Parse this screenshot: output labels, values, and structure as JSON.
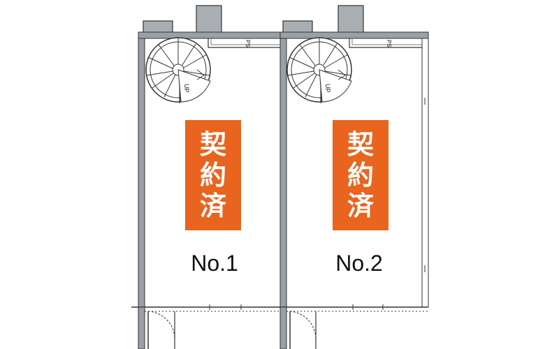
{
  "units": [
    {
      "id": "no1",
      "number": "No.1",
      "status_chars": [
        "契",
        "約",
        "済"
      ],
      "stair_label": "UP",
      "shaft_label": "PS"
    },
    {
      "id": "no2",
      "number": "No.2",
      "status_chars": [
        "契",
        "約",
        "済"
      ],
      "stair_label": "UP",
      "shaft_label": "PS"
    }
  ],
  "colors": {
    "badge": "#e8641f",
    "wall": "#9aa0a6",
    "outline": "#333333",
    "badge_text": "#ffffff"
  }
}
